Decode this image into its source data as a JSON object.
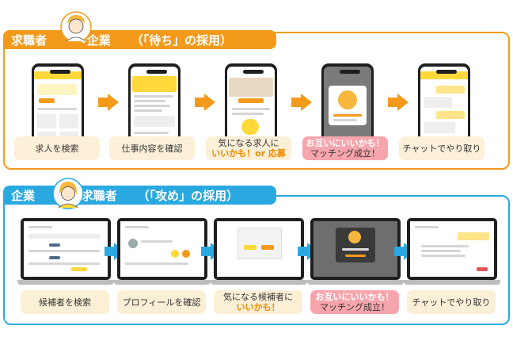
{
  "top_section": {
    "title_left": "求職者",
    "title_right": "➡企業",
    "title_paren": "（「待ち」の採用）",
    "steps": [
      {
        "line1": "求人を検索",
        "line2": ""
      },
      {
        "line1": "仕事内容を確認",
        "line2": ""
      },
      {
        "line1": "気になる求人に",
        "line2": "いいかも！or 応募"
      },
      {
        "line1": "お互いにいいかも！",
        "line2": "マッチング成立！"
      },
      {
        "line1": "チャットでやり取り",
        "line2": ""
      }
    ]
  },
  "bottom_section": {
    "title_left": "企業",
    "title_right": "➡求職者",
    "title_paren": "（「攻め」の採用）",
    "steps": [
      {
        "line1": "候補者を検索",
        "line2": ""
      },
      {
        "line1": "プロフィールを確認",
        "line2": ""
      },
      {
        "line1": "気になる候補者に",
        "line2": "いいかも！"
      },
      {
        "line1": "お互いにいいかも！",
        "line2": "マッチング成立！"
      },
      {
        "line1": "チャットでやり取り",
        "line2": ""
      }
    ]
  },
  "colors": {
    "orange": "#f39a1b",
    "blue": "#2aa9e0",
    "pink": "#f7a5ad",
    "cream": "#fdf0d8"
  }
}
